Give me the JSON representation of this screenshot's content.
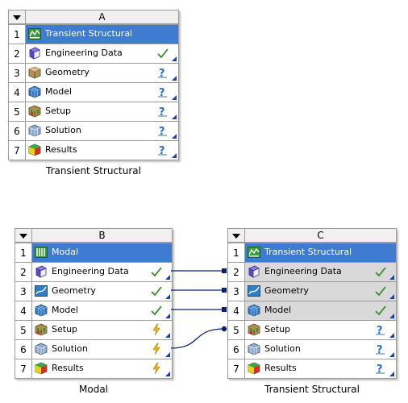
{
  "systems": [
    {
      "letter": "A",
      "caption": "Transient Structural",
      "rows": [
        {
          "num": "1",
          "label": "Transient Structural",
          "icon": "transient-structural-icon",
          "status": null
        },
        {
          "num": "2",
          "label": "Engineering Data",
          "icon": "book-icon",
          "status": "check"
        },
        {
          "num": "3",
          "label": "Geometry",
          "icon": "geometry-cube-icon",
          "status": "question"
        },
        {
          "num": "4",
          "label": "Model",
          "icon": "model-mesh-icon",
          "status": "question"
        },
        {
          "num": "5",
          "label": "Setup",
          "icon": "setup-icon",
          "status": "question"
        },
        {
          "num": "6",
          "label": "Solution",
          "icon": "solution-icon",
          "status": "question"
        },
        {
          "num": "7",
          "label": "Results",
          "icon": "results-icon",
          "status": "question"
        }
      ]
    },
    {
      "letter": "B",
      "caption": "Modal",
      "rows": [
        {
          "num": "1",
          "label": "Modal",
          "icon": "modal-icon",
          "status": null
        },
        {
          "num": "2",
          "label": "Engineering Data",
          "icon": "book-icon",
          "status": "check"
        },
        {
          "num": "3",
          "label": "Geometry",
          "icon": "geometry-spaceclaim-icon",
          "status": "check"
        },
        {
          "num": "4",
          "label": "Model",
          "icon": "model-mesh-icon",
          "status": "check"
        },
        {
          "num": "5",
          "label": "Setup",
          "icon": "setup-icon",
          "status": "lightning"
        },
        {
          "num": "6",
          "label": "Solution",
          "icon": "solution-icon",
          "status": "lightning"
        },
        {
          "num": "7",
          "label": "Results",
          "icon": "results-icon",
          "status": "lightning"
        }
      ]
    },
    {
      "letter": "C",
      "caption": "Transient Structural",
      "rows": [
        {
          "num": "1",
          "label": "Transient Structural",
          "icon": "transient-structural-icon",
          "status": null
        },
        {
          "num": "2",
          "label": "Engineering Data",
          "icon": "book-icon",
          "status": "check"
        },
        {
          "num": "3",
          "label": "Geometry",
          "icon": "geometry-spaceclaim-icon",
          "status": "check"
        },
        {
          "num": "4",
          "label": "Model",
          "icon": "model-mesh-icon",
          "status": "check"
        },
        {
          "num": "5",
          "label": "Setup",
          "icon": "setup-icon",
          "status": "question"
        },
        {
          "num": "6",
          "label": "Solution",
          "icon": "solution-icon",
          "status": "question"
        },
        {
          "num": "7",
          "label": "Results",
          "icon": "results-icon",
          "status": "question"
        }
      ]
    }
  ],
  "links": [
    {
      "from": "B2",
      "to": "C2",
      "type": "shared"
    },
    {
      "from": "B3",
      "to": "C3",
      "type": "shared"
    },
    {
      "from": "B4",
      "to": "C4",
      "type": "shared"
    },
    {
      "from": "B6",
      "to": "C5",
      "type": "transfer"
    }
  ],
  "colors": {
    "header_blue": "#3f7bd0",
    "shared_gray": "#d9d9d9",
    "link_navy": "#0a1f78",
    "check_green": "#3a8a2e",
    "question_blue": "#2a6fc9",
    "lightning_amber": "#f2b600"
  }
}
